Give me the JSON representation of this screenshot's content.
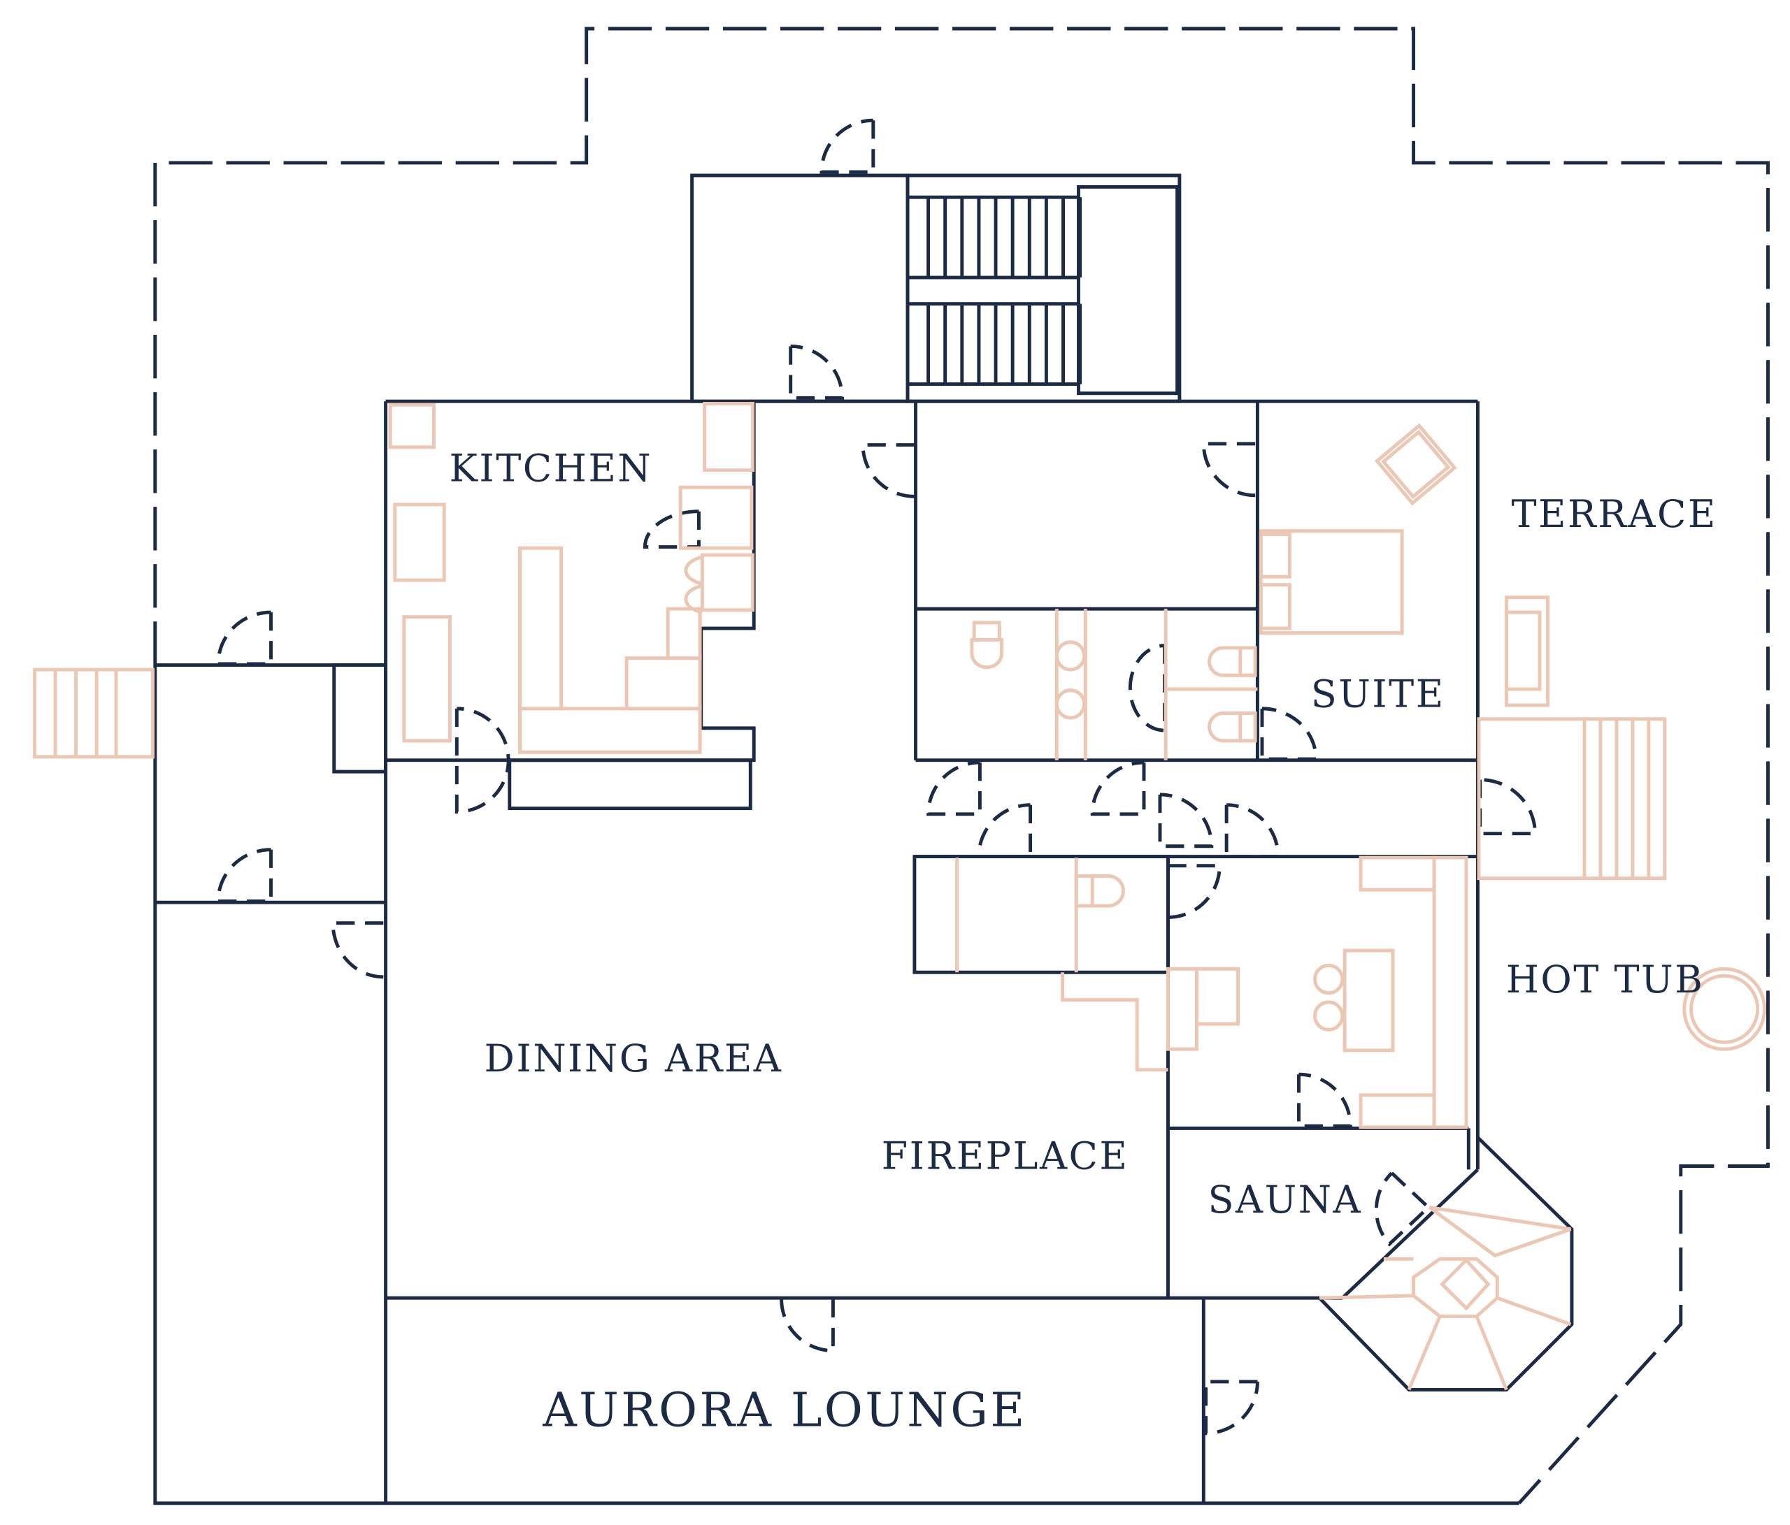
{
  "rooms": {
    "kitchen": "KITCHEN",
    "terrace": "TERRACE",
    "suite": "SUITE",
    "hot_tub": "HOT TUB",
    "dining_area": "DINING AREA",
    "fireplace": "FIREPLACE",
    "sauna": "SAUNA",
    "aurora_lounge": "AURORA LOUNGE"
  },
  "colors": {
    "walls": "#1c2b45",
    "furniture": "#ecc8b4",
    "background": "#ffffff"
  }
}
